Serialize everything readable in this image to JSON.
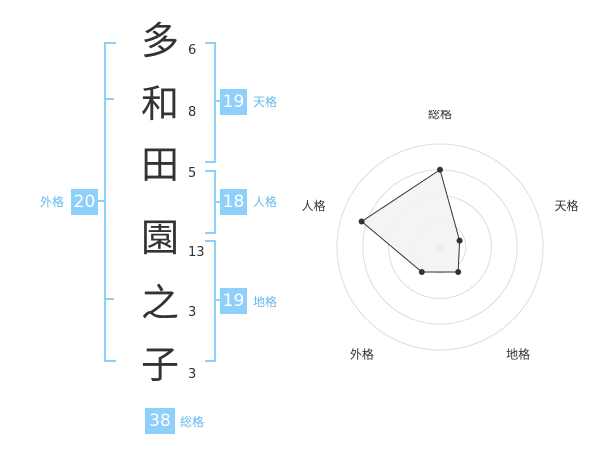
{
  "name_chars": [
    {
      "char": "多",
      "strokes": "6"
    },
    {
      "char": "和",
      "strokes": "8"
    },
    {
      "char": "田",
      "strokes": "5"
    },
    {
      "char": "園",
      "strokes": "13"
    },
    {
      "char": "之",
      "strokes": "3"
    },
    {
      "char": "子",
      "strokes": "3"
    }
  ],
  "fortunes": {
    "tenkaku": {
      "value": "19",
      "label": "天格"
    },
    "jinkaku": {
      "value": "18",
      "label": "人格"
    },
    "chikaku": {
      "value": "19",
      "label": "地格"
    },
    "gaikaku": {
      "value": "20",
      "label": "外格"
    },
    "soukaku": {
      "value": "38",
      "label": "総格"
    }
  },
  "chart_data": {
    "type": "radar",
    "axes": [
      "総格",
      "天格",
      "地格",
      "外格",
      "人格"
    ],
    "values": [
      0.75,
      0.2,
      0.3,
      0.3,
      0.8
    ],
    "range": [
      0,
      1
    ],
    "rings": 4,
    "colors": {
      "fill": "#f2f2f2",
      "line": "#333333",
      "ring": "#dddddd",
      "center": "#cccccc"
    }
  }
}
